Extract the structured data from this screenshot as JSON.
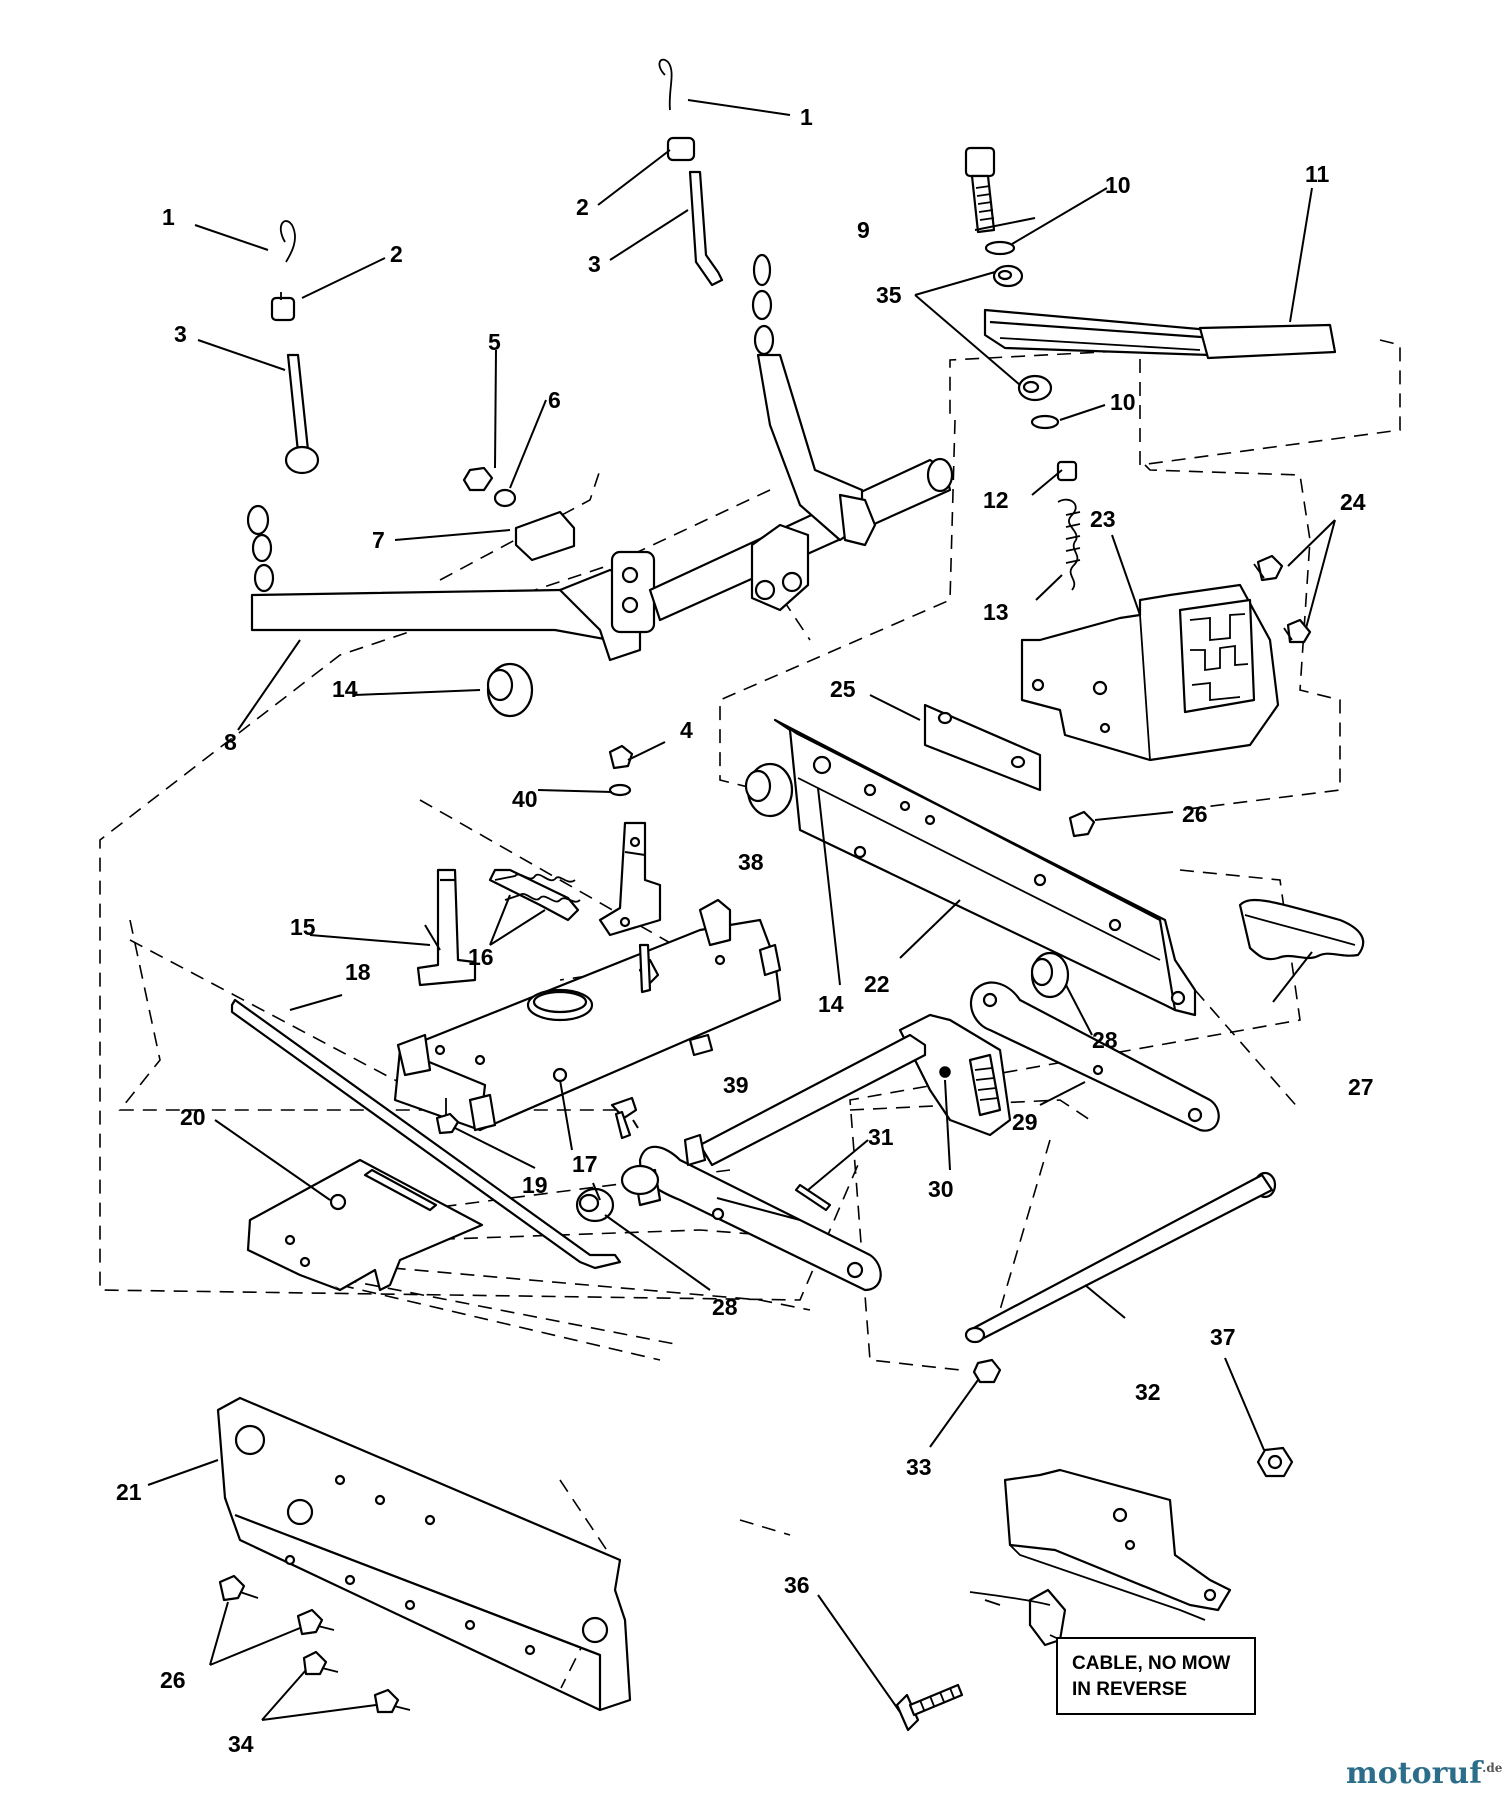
{
  "diagram": {
    "callouts": {
      "c1a": "1",
      "c1b": "1",
      "c2a": "2",
      "c2b": "2",
      "c3a": "3",
      "c3b": "3",
      "c4": "4",
      "c5": "5",
      "c6": "6",
      "c7": "7",
      "c8": "8",
      "c9": "9",
      "c10a": "10",
      "c10b": "10",
      "c11": "11",
      "c12": "12",
      "c13": "13",
      "c14a": "14",
      "c14b": "14",
      "c15": "15",
      "c16": "16",
      "c17": "17",
      "c18": "18",
      "c19": "19",
      "c20": "20",
      "c21": "21",
      "c22": "22",
      "c23": "23",
      "c24": "24",
      "c25": "25",
      "c26a": "26",
      "c26b": "26",
      "c27": "27",
      "c28a": "28",
      "c28b": "28",
      "c29": "29",
      "c30": "30",
      "c31": "31",
      "c32": "32",
      "c33": "33",
      "c34": "34",
      "c35": "35",
      "c36": "36",
      "c37": "37",
      "c38": "38",
      "c39": "39",
      "c40": "40"
    },
    "note_line1": "CABLE, NO MOW",
    "note_line2": "IN  REVERSE"
  },
  "watermark": {
    "brand": "motoruf",
    "suffix": ".de",
    "color": "#2c6e8a"
  }
}
